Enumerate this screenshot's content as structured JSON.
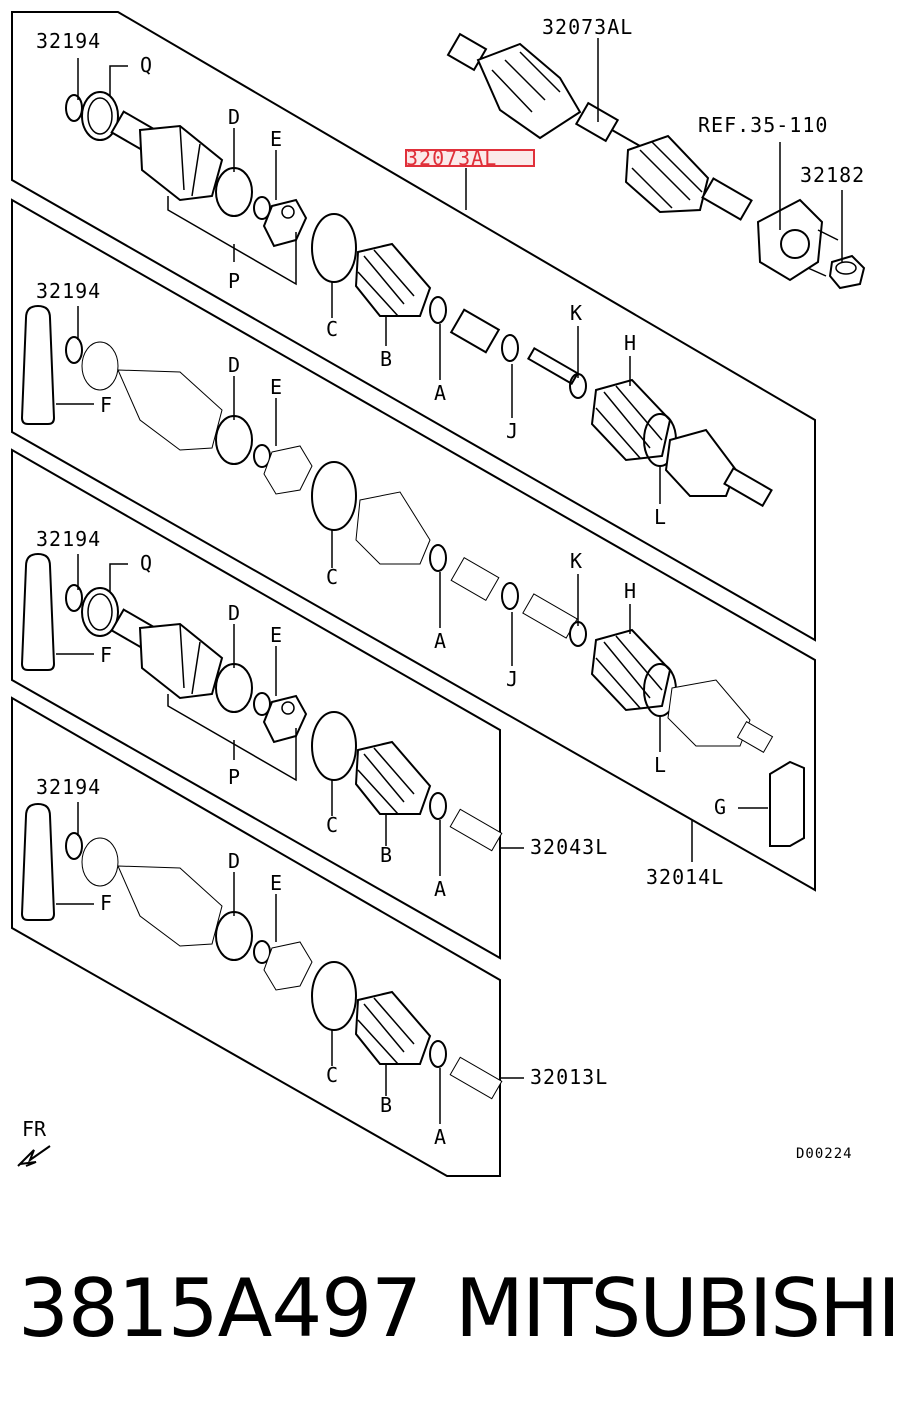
{
  "diagram": {
    "assemblies": {
      "a1": "32073AL",
      "a1_highlight": "32073AL",
      "a2": "32014L",
      "a3": "32043L",
      "a4": "32013L"
    },
    "ref": "REF.35-110",
    "nut": "32182",
    "clip_code": "32194",
    "letters": {
      "A": "A",
      "B": "B",
      "C": "C",
      "D": "D",
      "E": "E",
      "F": "F",
      "G": "G",
      "H": "H",
      "J": "J",
      "K": "K",
      "L": "L",
      "P": "P",
      "Q": "Q"
    },
    "direction": "FR",
    "drawing_id": "D00224"
  },
  "footer": {
    "part_number": "3815A497",
    "brand": "MITSUBISHI"
  }
}
